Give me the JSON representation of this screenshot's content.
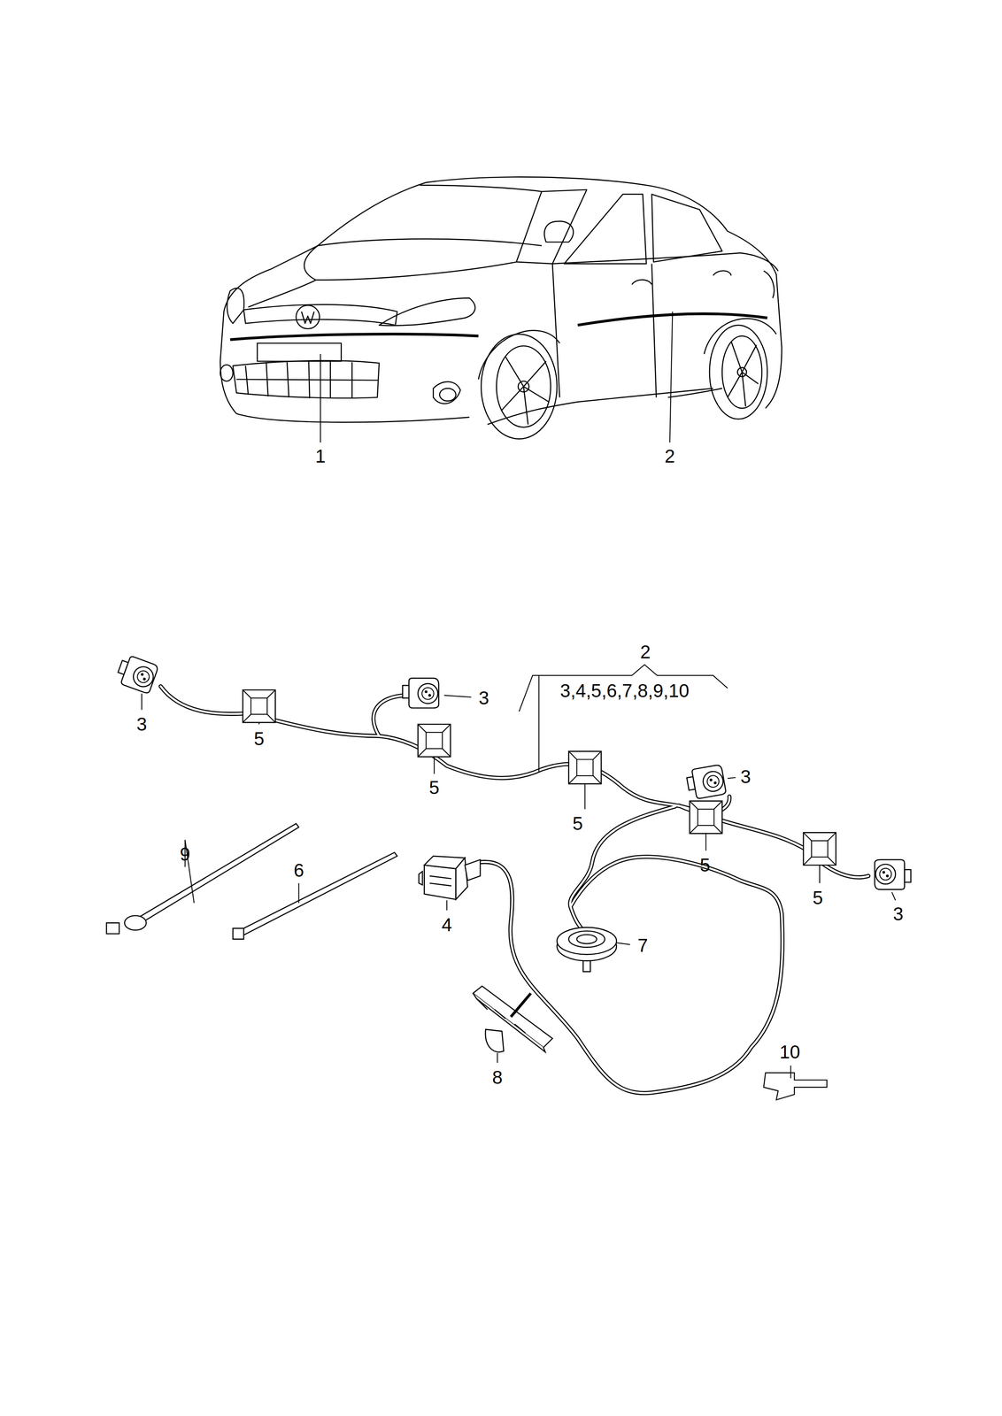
{
  "diagram": {
    "labels": [
      "1",
      "2",
      "2",
      "3,4,5,6,7,8,9,10",
      "3",
      "5",
      "3",
      "5",
      "3",
      "9",
      "6",
      "5",
      "5",
      "5",
      "3",
      "4",
      "7",
      "8",
      "10"
    ]
  }
}
